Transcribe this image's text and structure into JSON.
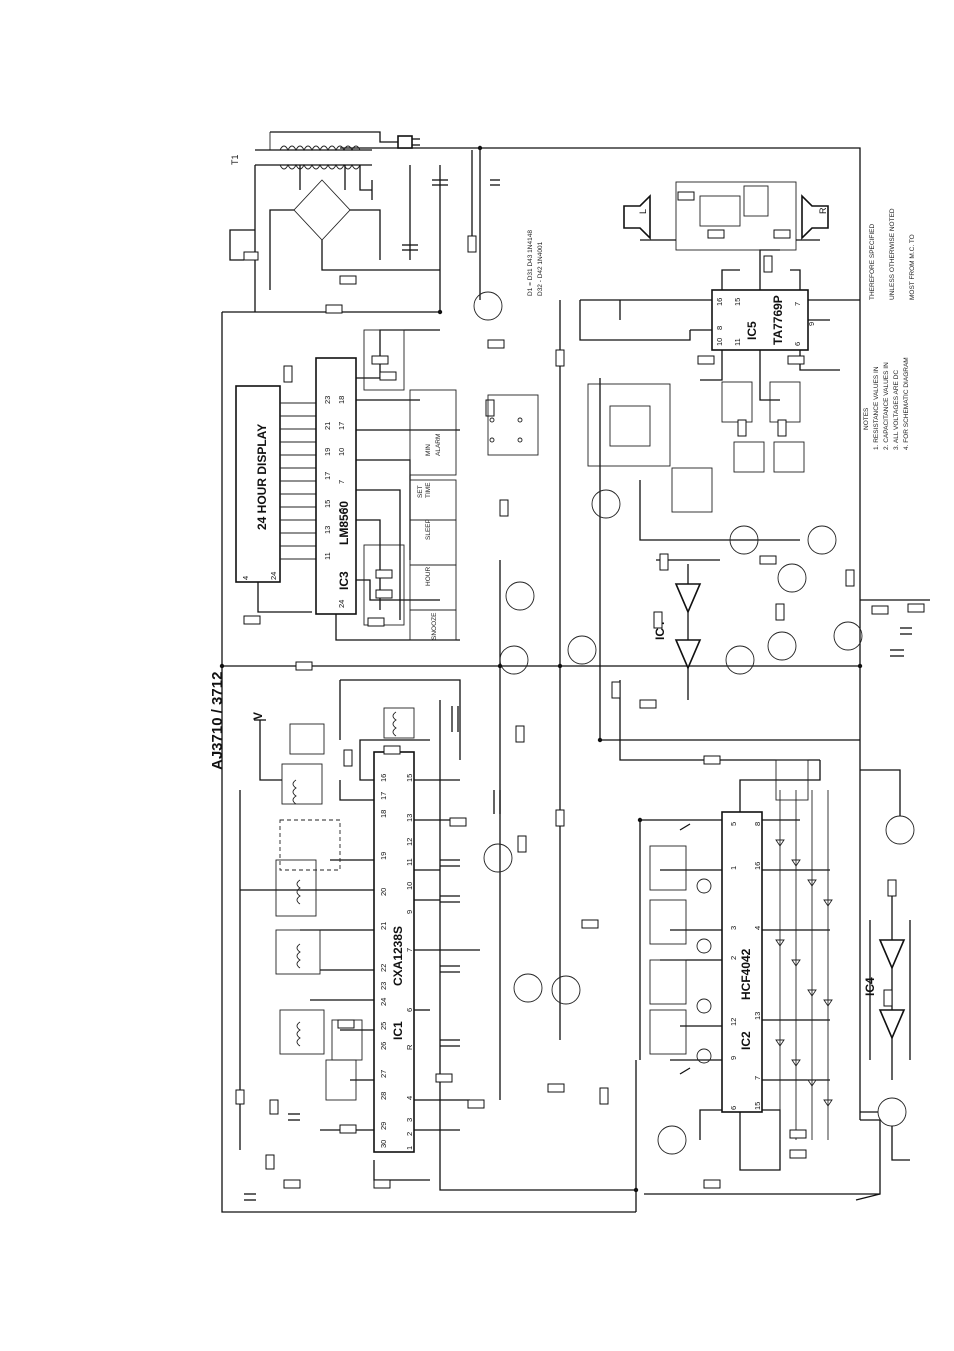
{
  "title": "AJ3710 / 3712",
  "transformer": "T1",
  "chips": {
    "display": "24 HOUR DISPLAY",
    "ic3_ref": "IC3",
    "ic3_part": "LM8560",
    "ic1_ref": "IC1",
    "ic1_part": "CXA1238S",
    "ic2_ref": "IC2",
    "ic2_part": "HCF4042",
    "ic4_ref": "IC4",
    "ic5_ref": "IC5",
    "ic5_part": "TA7769P"
  },
  "diode_note": {
    "line1": "D1 = D31 D43 1N4148",
    "line2": "D32 - D42 1N4001"
  },
  "notes": {
    "heading": "NOTES",
    "lines": [
      "1. RESISTANCE VALUES IN",
      "2. CAPACITANCE VALUES IN",
      "3. ALL VOLTAGES ARE DC",
      "4. FOR SCHEMATIC DIAGRAM"
    ],
    "side": [
      "THEREFORE SPECIFIED",
      "UNLESS OTHERWISE NOTED",
      "MOST FROM M.C. TO"
    ]
  },
  "speakers": {
    "left": "L",
    "right": "R"
  },
  "switch_labels": {
    "snooze": "SNOOZE",
    "hour": "HOUR",
    "minute": "MIN",
    "alarm": "ALARM",
    "set": "SET",
    "time": "TIME",
    "sleep": "SLEEP"
  },
  "antenna": "V"
}
